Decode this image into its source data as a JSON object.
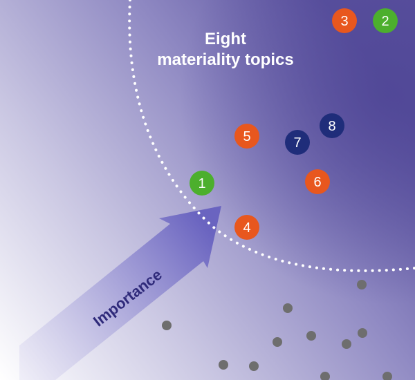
{
  "title": {
    "line1": "Eight",
    "line2": "materiality topics"
  },
  "arrow_label": "Importance",
  "colors": {
    "orange": "#E8571E",
    "green": "#4CAF2D",
    "navy": "#1F2D7A",
    "gray": "#6E6E6E",
    "background_light": "#FFFFFF",
    "background_dark": "#5B529F",
    "arrow": "#6E68C2",
    "boundary": "#FFFFFF"
  },
  "topics": [
    {
      "label": "1",
      "color": "green"
    },
    {
      "label": "2",
      "color": "green"
    },
    {
      "label": "3",
      "color": "orange"
    },
    {
      "label": "4",
      "color": "orange"
    },
    {
      "label": "5",
      "color": "orange"
    },
    {
      "label": "6",
      "color": "orange"
    },
    {
      "label": "7",
      "color": "navy"
    },
    {
      "label": "8",
      "color": "navy"
    }
  ],
  "other_dots_count": 11
}
